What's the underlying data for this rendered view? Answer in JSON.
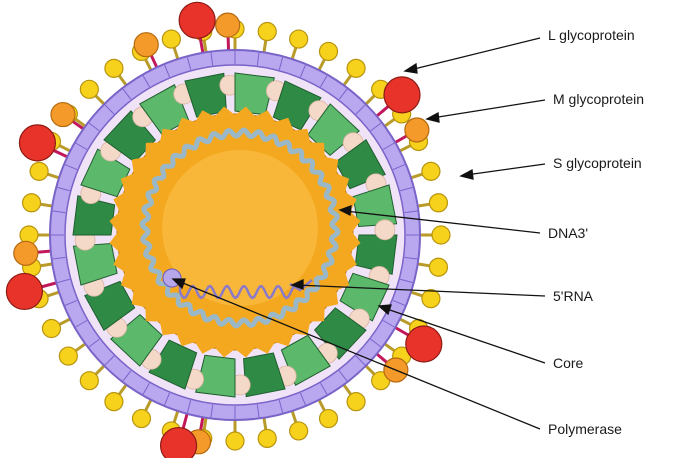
{
  "diagram": {
    "labels": {
      "l_glycoprotein": "L glycoprotein",
      "m_glycoprotein": "M glycoprotein",
      "s_glycoprotein": "S glycoprotein",
      "dna3": "DNA3'",
      "rna5": "5'RNA",
      "core": "Core",
      "polymerase": "Polymerase"
    },
    "colors": {
      "envelope": "#b9a8f0",
      "envelope_stroke": "#7a64c8",
      "inner_membrane": "#f1e3f7",
      "capsid_light": "#5cb86a",
      "capsid_dark": "#2f8a46",
      "capsid_gap": "#f5d9c8",
      "core_outer": "#f3a81f",
      "core_inner": "#f9b73a",
      "s_glycoprotein": "#f7d21c",
      "m_glycoprotein": "#f39a2b",
      "l_glycoprotein": "#e8332b",
      "l_stem": "#c2185b",
      "rna": "#8a7ac8",
      "dna": "#9ab8c8",
      "polymerase": "#b6a6ea"
    }
  }
}
